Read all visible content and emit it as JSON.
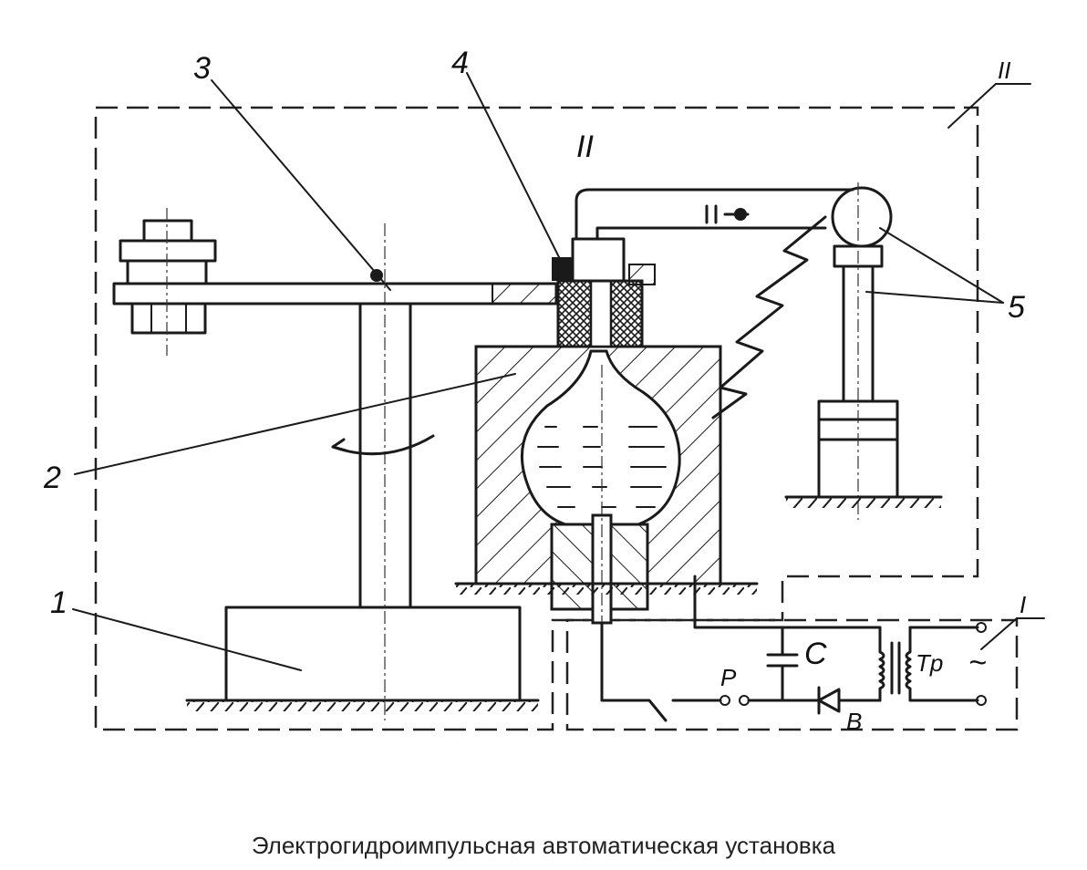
{
  "caption": "Электрогидроимпульсная автоматическая установка",
  "labels": {
    "part1": "1",
    "part2": "2",
    "part3": "3",
    "part4": "4",
    "part5": "5",
    "zone_top": "II",
    "zone_right": "II",
    "zone_bottom": "I",
    "capacitor": "C",
    "switch": "P",
    "transformer": "Tp",
    "diode": "B",
    "ac_source": "~"
  }
}
